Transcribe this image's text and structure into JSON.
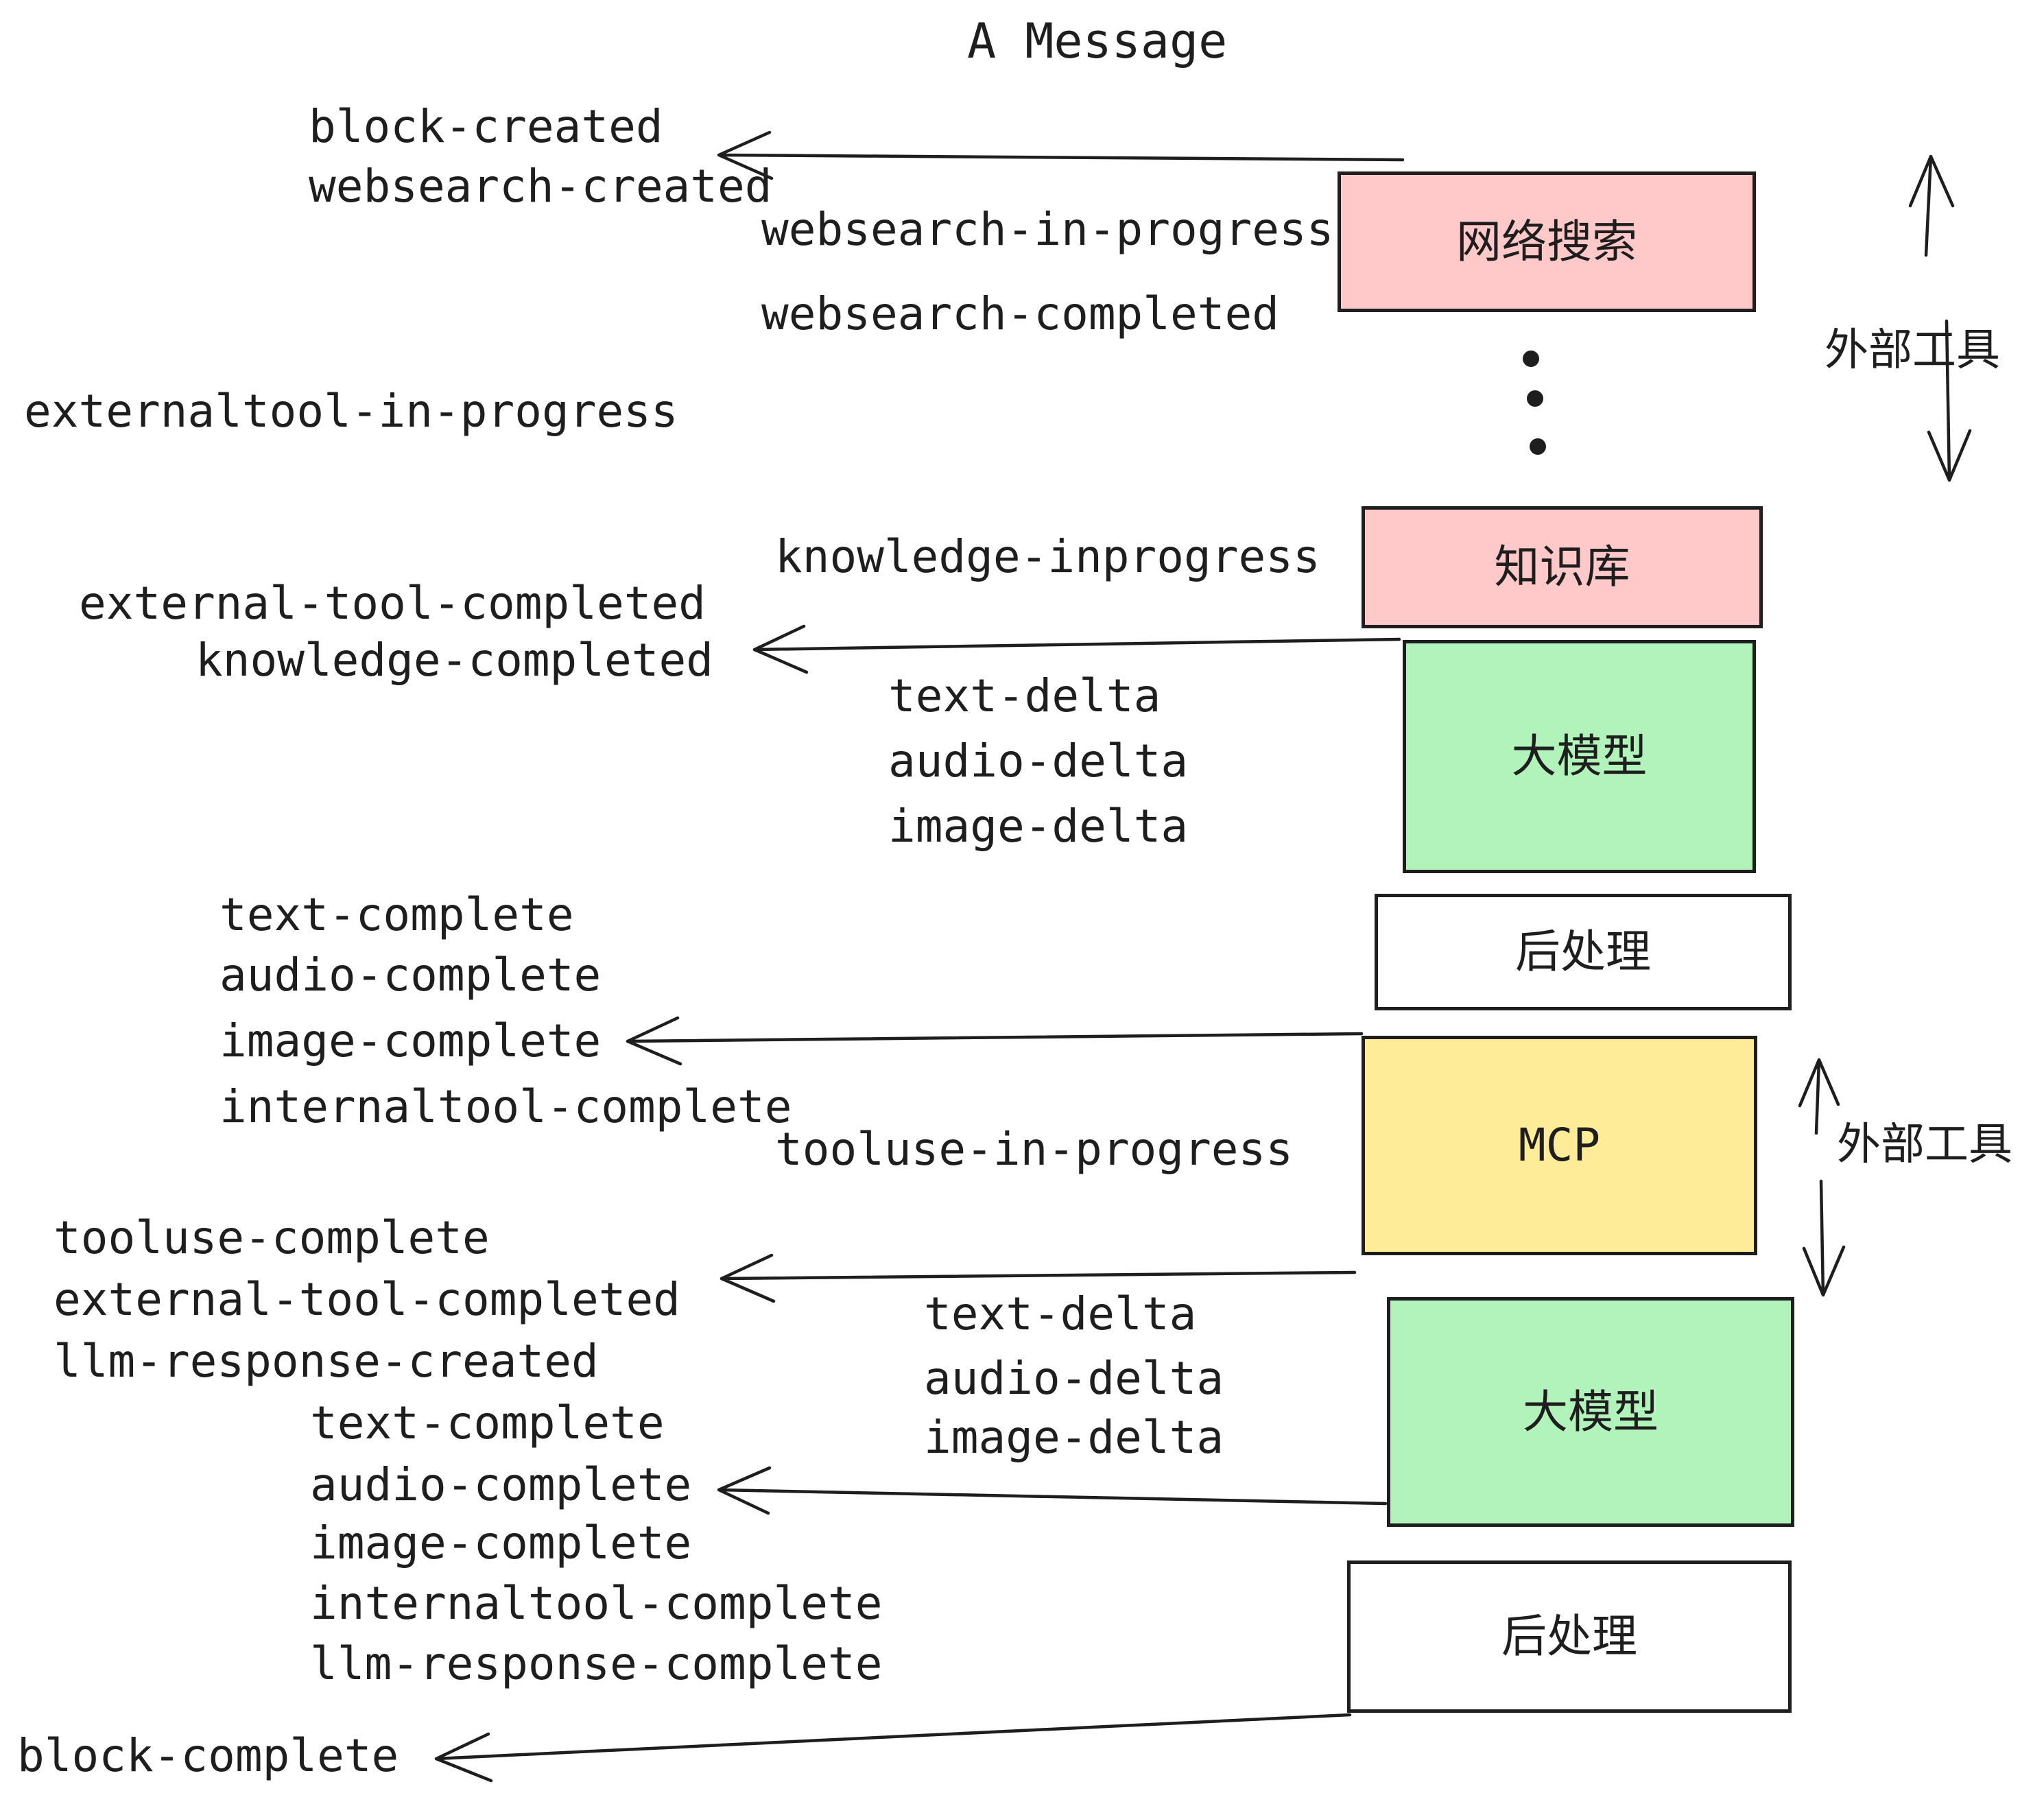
{
  "title": "A Message",
  "colors": {
    "ink": "#1e1e1e",
    "pink": "#ffc9c9",
    "green": "#b2f2bb",
    "yellow": "#ffec99",
    "white": "#ffffff"
  },
  "boxes": [
    {
      "id": "websearch",
      "label": "网络搜索",
      "color": "#ffc9c9"
    },
    {
      "id": "knowledge",
      "label": "知识库",
      "color": "#ffc9c9"
    },
    {
      "id": "llm-1",
      "label": "大模型",
      "color": "#b2f2bb"
    },
    {
      "id": "post-1",
      "label": "后处理",
      "color": "#ffffff"
    },
    {
      "id": "mcp",
      "label": "MCP",
      "color": "#ffec99"
    },
    {
      "id": "llm-2",
      "label": "大模型",
      "color": "#b2f2bb"
    },
    {
      "id": "post-2",
      "label": "后处理",
      "color": "#ffffff"
    }
  ],
  "events": {
    "block_created": "block-created",
    "websearch_created": "websearch-created",
    "websearch_in_progress": "websearch-in-progress",
    "websearch_completed": "websearch-completed",
    "externaltool_in_progress": "externaltool-in-progress",
    "knowledge_inprogress": "knowledge-inprogress",
    "external_tool_completed": "external-tool-completed",
    "knowledge_completed": "knowledge-completed",
    "text_delta": "text-delta",
    "audio_delta": "audio-delta",
    "image_delta": "image-delta",
    "text_complete": "text-complete",
    "audio_complete": "audio-complete",
    "image_complete": "image-complete",
    "internaltool_complete": "internaltool-complete",
    "tooluse_in_progress": "tooluse-in-progress",
    "tooluse_complete": "tooluse-complete",
    "llm_response_created": "llm-response-created",
    "llm_response_complete": "llm-response-complete",
    "block_complete": "block-complete"
  },
  "side_labels": {
    "external_tools": "外部工具"
  }
}
